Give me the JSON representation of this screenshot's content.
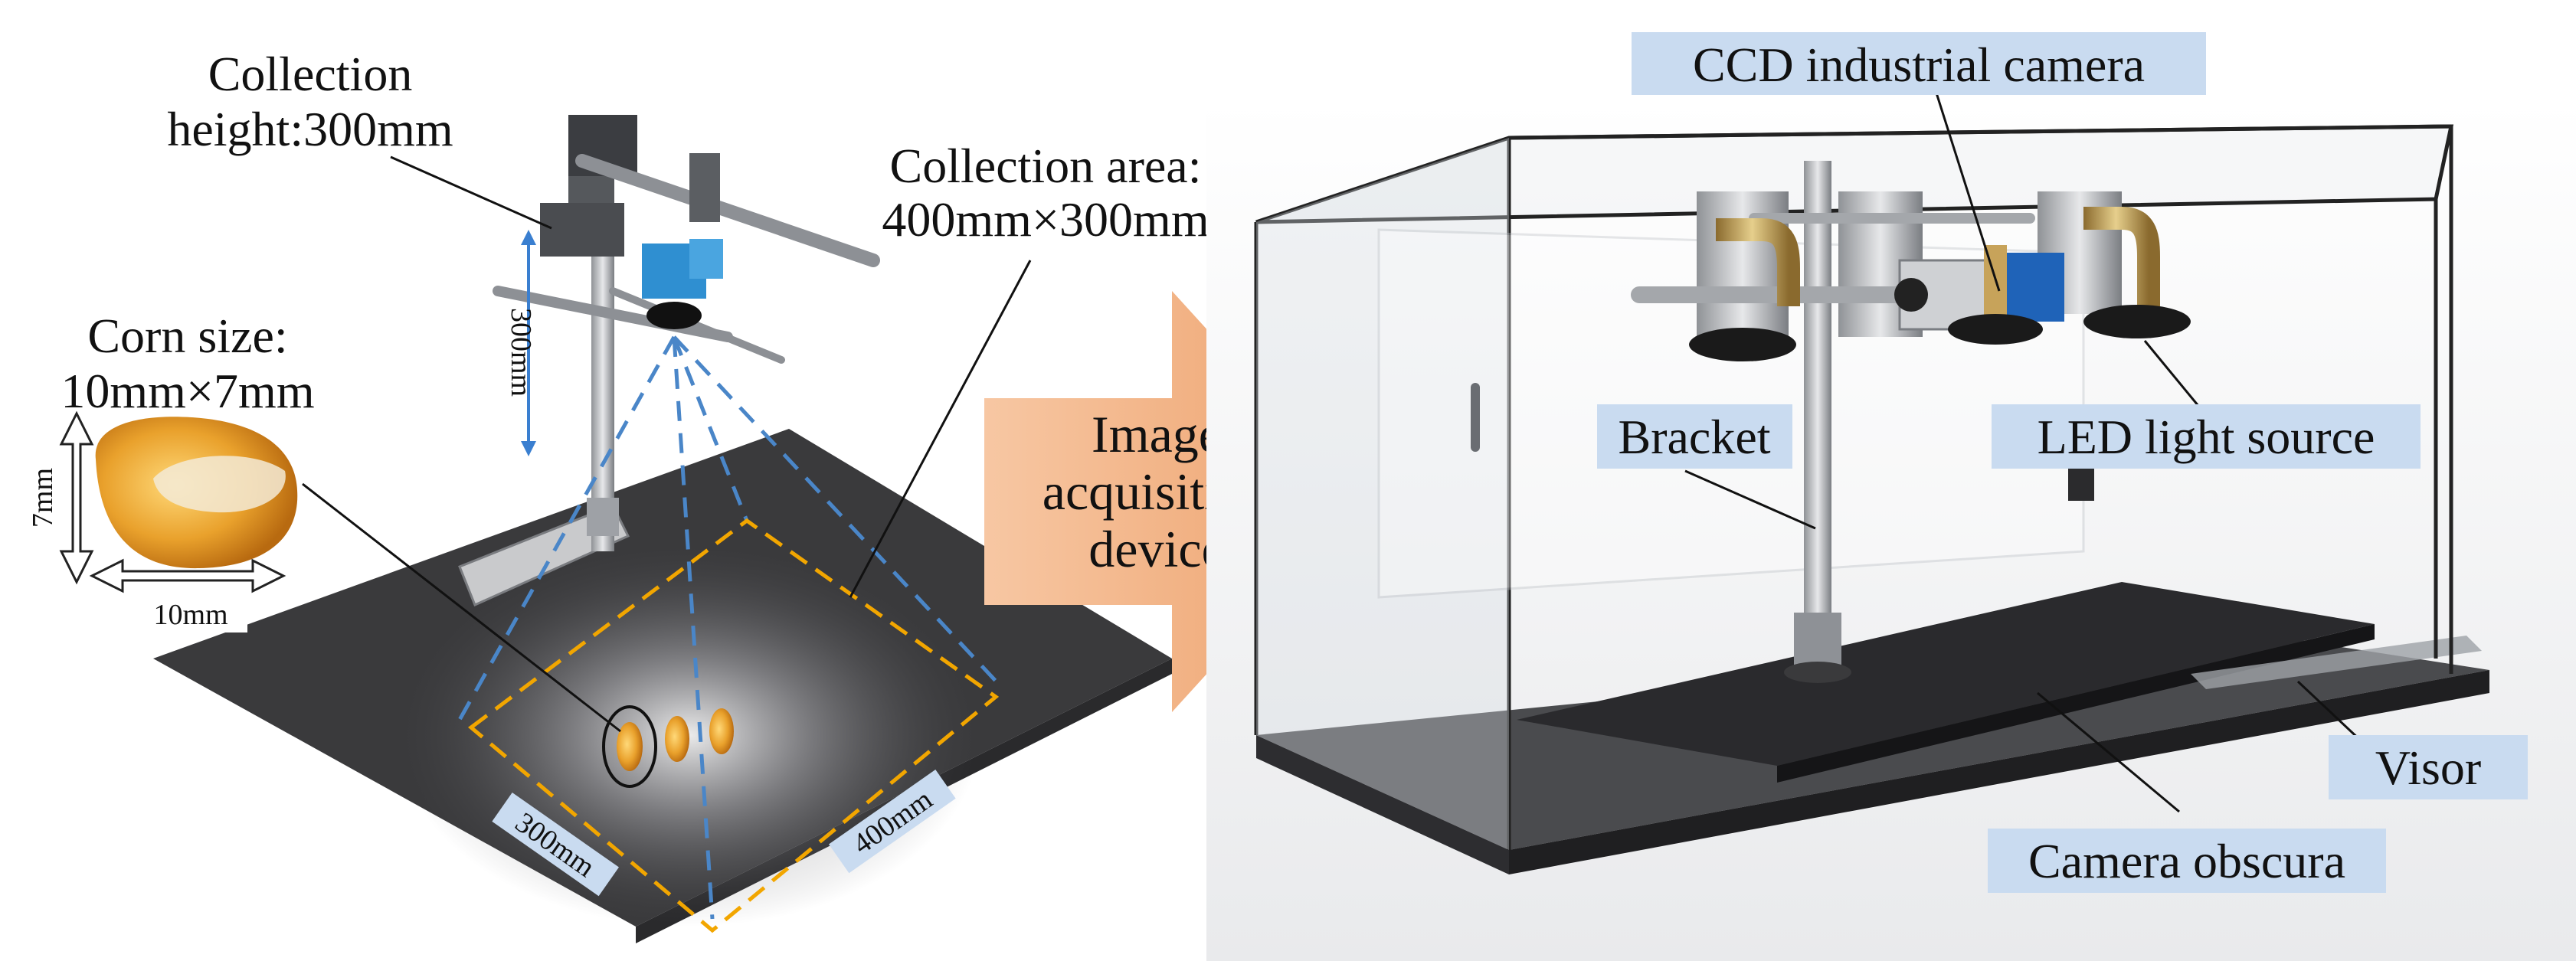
{
  "left_panel": {
    "collection_height": [
      "Collection",
      "height:300mm"
    ],
    "collection_area": [
      "Collection area:",
      "400mm×300mm"
    ],
    "corn_size": [
      "Corn size:",
      "10mm×7mm"
    ],
    "dim_300mm_vertical": "300mm",
    "dim_7mm": "7mm",
    "dim_10mm": "10mm",
    "dim_300mm_edge": "300mm",
    "dim_400mm_edge": "400mm"
  },
  "arrow": {
    "label": [
      "Image",
      "acquisition",
      "device"
    ]
  },
  "right_panel": {
    "ccd_camera": "CCD industrial camera",
    "bracket": "Bracket",
    "led_light": "LED light source",
    "visor": "Visor",
    "camera_obscura": "Camera obscura"
  },
  "colors": {
    "label_bg": "#c9dbf0",
    "dashed_area": "#f2a600",
    "dashed_rays": "#4a86c8",
    "arrow_fill": "#f3b88c",
    "platform": "#3a3a3c",
    "glass_edge": "#222222"
  }
}
